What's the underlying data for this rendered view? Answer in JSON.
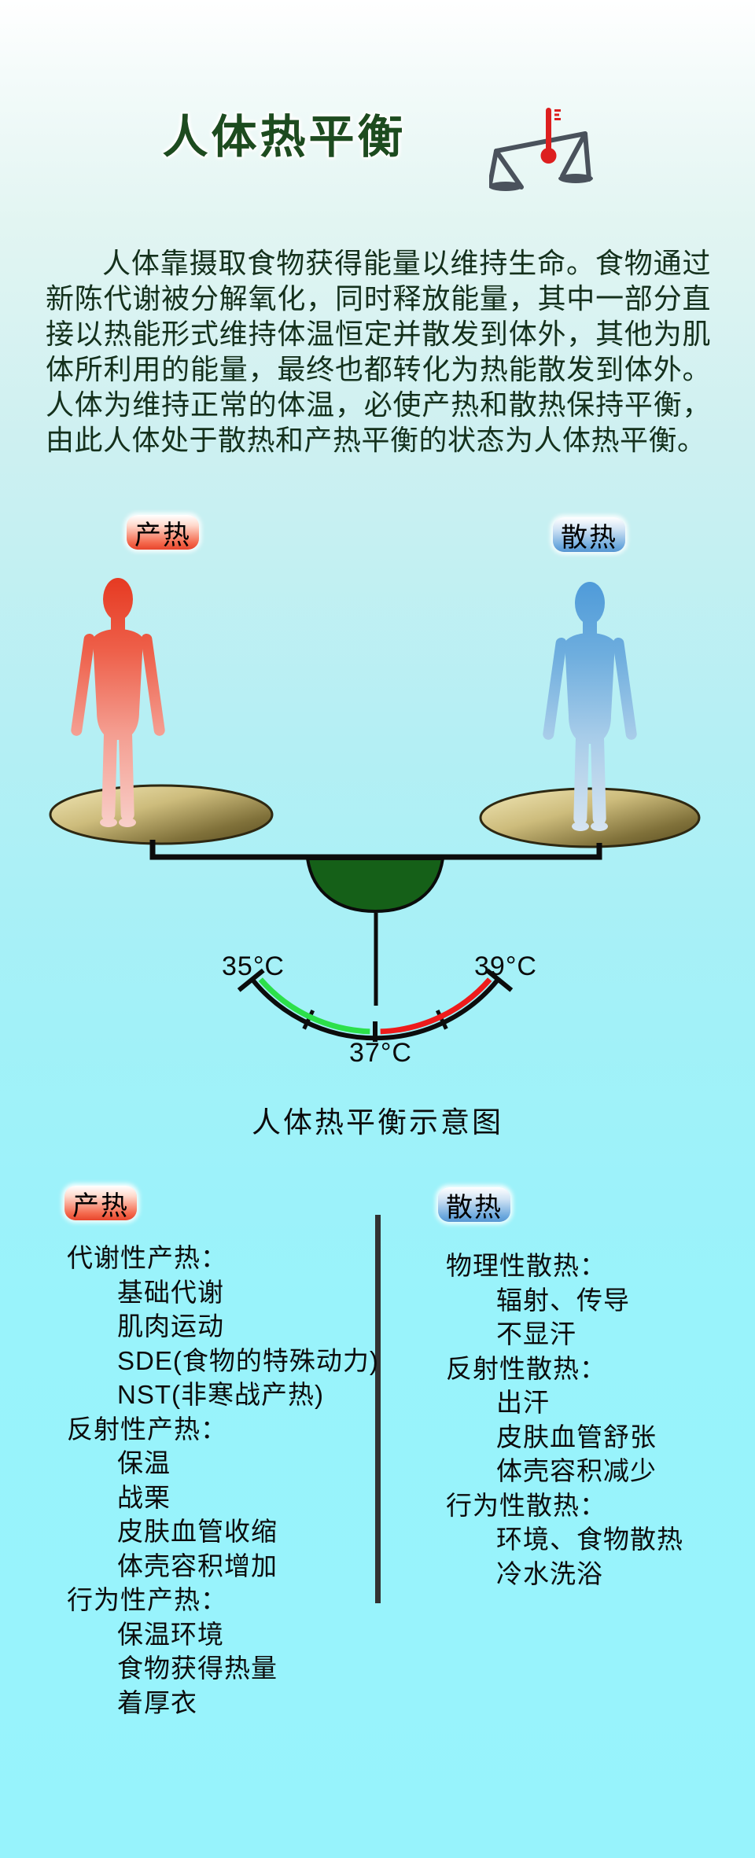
{
  "page": {
    "title": "人体热平衡"
  },
  "intro": {
    "text": "人体靠摄取食物获得能量以维持生命。食物通过新陈代谢被分解氧化，同时释放能量，其中一部分直接以热能形式维持体温恒定并散发到体外，其他为肌体所利用的能量，最终也都转化为热能散发到体外。人体为维持正常的体温，必使产热和散热保持平衡，由此人体处于散热和产热平衡的状态为人体热平衡。"
  },
  "balance": {
    "heat_production_label": "产热",
    "heat_dissipation_label": "散热",
    "gauge": {
      "min_temp": "35°C",
      "mid_temp": "37°C",
      "max_temp": "39°C"
    },
    "caption": "人体热平衡示意图"
  },
  "lists": {
    "heat_production": {
      "label": "产热",
      "lines": [
        {
          "text": "代谢性产热：",
          "indent": false
        },
        {
          "text": "基础代谢",
          "indent": true
        },
        {
          "text": "肌肉运动",
          "indent": true
        },
        {
          "text": "SDE(食物的特殊动力)",
          "indent": true
        },
        {
          "text": "NST(非寒战产热)",
          "indent": true
        },
        {
          "text": "反射性产热：",
          "indent": false
        },
        {
          "text": "保温",
          "indent": true
        },
        {
          "text": "战栗",
          "indent": true
        },
        {
          "text": "皮肤血管收缩",
          "indent": true
        },
        {
          "text": "体壳容积增加",
          "indent": true
        },
        {
          "text": "行为性产热：",
          "indent": false
        },
        {
          "text": "保温环境",
          "indent": true
        },
        {
          "text": "食物获得热量",
          "indent": true
        },
        {
          "text": "着厚衣",
          "indent": true
        }
      ]
    },
    "heat_dissipation": {
      "label": "散热",
      "lines": [
        {
          "text": "物理性散热：",
          "indent": false
        },
        {
          "text": "辐射、传导",
          "indent": true
        },
        {
          "text": "不显汗",
          "indent": true
        },
        {
          "text": "反射性散热：",
          "indent": false
        },
        {
          "text": "出汗",
          "indent": true
        },
        {
          "text": "皮肤血管舒张",
          "indent": true
        },
        {
          "text": "体壳容积减少",
          "indent": true
        },
        {
          "text": "行为性散热：",
          "indent": false
        },
        {
          "text": "环境、食物散热",
          "indent": true
        },
        {
          "text": "冷水洗浴",
          "indent": true
        }
      ]
    }
  },
  "colors": {
    "title_green": "#1d4b1f",
    "heat_red": "#e8452c",
    "cool_blue": "#5796d2",
    "gauge_green": "#2ce04a",
    "gauge_red": "#ee1b1b",
    "pan_gold": "#8a7a40",
    "fulcrum_green": "#156018",
    "background_cyan": "#97f3fc"
  }
}
